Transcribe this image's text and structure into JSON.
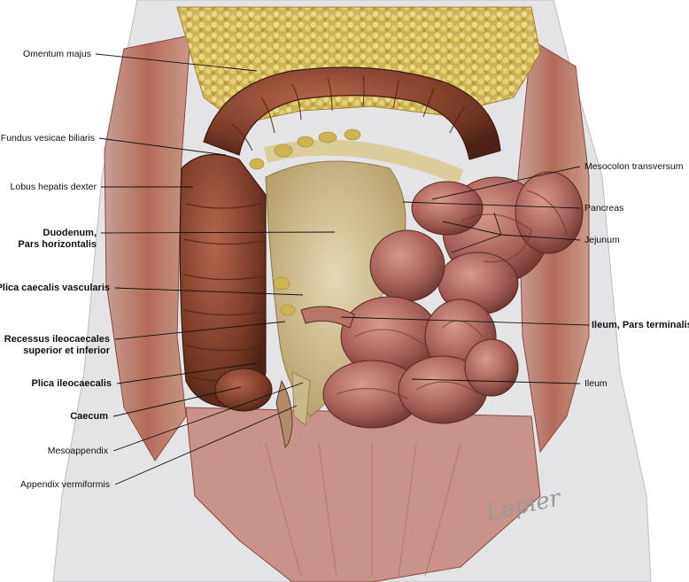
{
  "labels_left": [
    {
      "id": "omentum",
      "text": "Omentum majus",
      "bold": false
    },
    {
      "id": "fundus",
      "text": "Fundus vesicae biliaris",
      "bold": false
    },
    {
      "id": "lobus",
      "text": "Lobus hepatis dexter",
      "bold": false
    },
    {
      "id": "duodenum",
      "text": "Duodenum,",
      "text2": "Pars horizontalis",
      "bold": true
    },
    {
      "id": "plica-caecalis",
      "text": "Plica caecalis vascularis",
      "bold": true
    },
    {
      "id": "recessus",
      "text": "Recessus ileocaecales",
      "text2": "superior et inferior",
      "bold": true
    },
    {
      "id": "plica-ileo",
      "text": "Plica ileocaecalis",
      "bold": true
    },
    {
      "id": "caecum",
      "text": "Caecum",
      "bold": true
    },
    {
      "id": "mesoappendix",
      "text": "Mesoappendix",
      "bold": false
    },
    {
      "id": "appendix",
      "text": "Appendix vermiformis",
      "bold": false
    }
  ],
  "labels_right": [
    {
      "id": "mesocolon",
      "text": "Mesocolon transversum",
      "bold": false
    },
    {
      "id": "pancreas",
      "text": "Pancreas",
      "bold": false
    },
    {
      "id": "jejunum",
      "text": "Jejunum",
      "bold": false
    },
    {
      "id": "ileum-terminalis",
      "text": "Ileum, Pars terminalis",
      "bold": true
    },
    {
      "id": "ileum",
      "text": "Ileum",
      "bold": false
    }
  ],
  "signature": "Lepier",
  "colors": {
    "omentum": "#d8c470",
    "colon": "#7a3a26",
    "intestine": "#a8605a",
    "mesentery": "#c9b98a",
    "muscle": "#b56a58",
    "skin": "#e4e4e6"
  }
}
